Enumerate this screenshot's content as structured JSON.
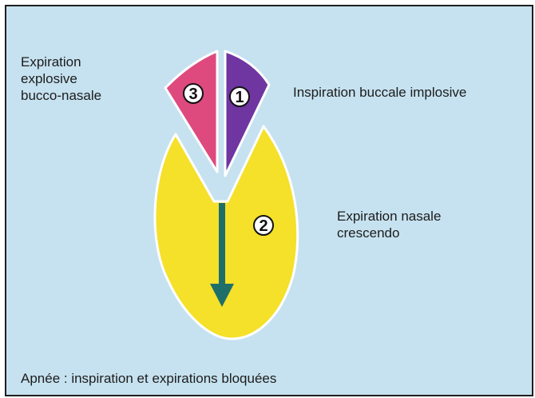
{
  "labels": {
    "left_line1": "Expiration",
    "left_line2": "explosive",
    "left_line3": "bucco-nasale",
    "right": "Inspiration buccale implosive",
    "mid_line1": "Expiration nasale",
    "mid_line2": "crescendo",
    "bottom": "Apnée : inspiration et expirations bloquées"
  },
  "markers": {
    "n1": "1",
    "n2": "2",
    "n3": "3"
  },
  "colors": {
    "background": "#c6e2f0",
    "pink_sector": "#de4a7e",
    "purple_sector": "#6f35a0",
    "yellow_shape": "#f5e02a",
    "arrow": "#1e6f6a"
  }
}
